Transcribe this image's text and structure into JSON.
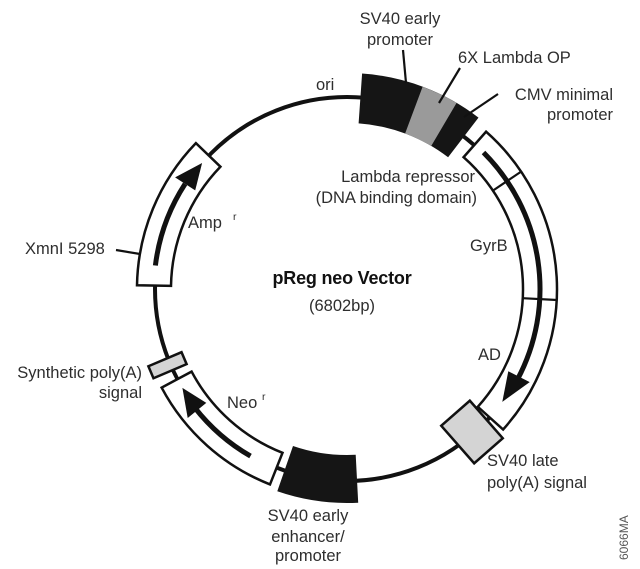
{
  "diagram": {
    "title": "pReg neo Vector",
    "subtitle": "(6802bp)",
    "watermark": "6066MA",
    "colors": {
      "segment_black": "#151515",
      "operator_gray": "#9a9a9a",
      "signal_gray": "#d4d4d4",
      "backbone": "#111111"
    },
    "labels": {
      "sv40_early_promoter": {
        "line1": "SV40 early",
        "line2": "promoter"
      },
      "lambda_op": "6X Lambda OP",
      "cmv_minimal_promoter": {
        "line1": "CMV minimal",
        "line2": "promoter"
      },
      "ori": "ori",
      "lambda_repressor": {
        "line1": "Lambda repressor",
        "line2": "(DNA binding domain)"
      },
      "gyrb": "GyrB",
      "ad": "AD",
      "sv40_late_polya": {
        "line1": "SV40 late",
        "line2": "poly(A) signal"
      },
      "sv40_early_enhancer": {
        "line1": "SV40 early",
        "line2": "enhancer/",
        "line3": "promoter"
      },
      "neo": {
        "base": "Neo",
        "sup": "r"
      },
      "synthetic_polya": {
        "line1": "Synthetic poly(A)",
        "line2": "signal"
      },
      "xmni_site": "XmnI 5298",
      "amp": {
        "base": "Amp",
        "sup": "r"
      }
    }
  }
}
